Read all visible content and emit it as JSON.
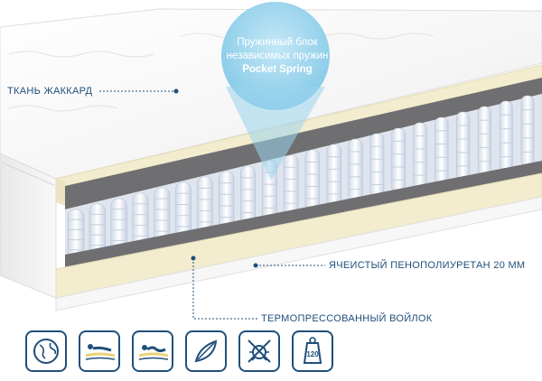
{
  "labels": {
    "fabric": "ТКАНЬ ЖАККАРД",
    "foam": "ЯЧЕИСТЫЙ ПЕНОПОЛИУРЕТАН 20 ММ",
    "felt": "ТЕРМОПРЕССОВАННЫЙ ВОЙЛОК"
  },
  "callout": {
    "line1": "Пружинный блок",
    "line2": "независимых пружин",
    "line3": "Pocket Spring"
  },
  "icons": [
    {
      "name": "globe-icon"
    },
    {
      "name": "person-lying-icon"
    },
    {
      "name": "person-lying-back-icon"
    },
    {
      "name": "leaf-icon"
    },
    {
      "name": "no-allergen-icon"
    },
    {
      "name": "weight-120-icon",
      "text": "120"
    }
  ],
  "colors": {
    "text": "#1f4f7a",
    "callout_bubble": "#8fd0ec",
    "foam": "#f5f0d8",
    "felt": "#6e6e70",
    "springs": "#f3f6fb",
    "fabric": "#f7f7f7"
  }
}
